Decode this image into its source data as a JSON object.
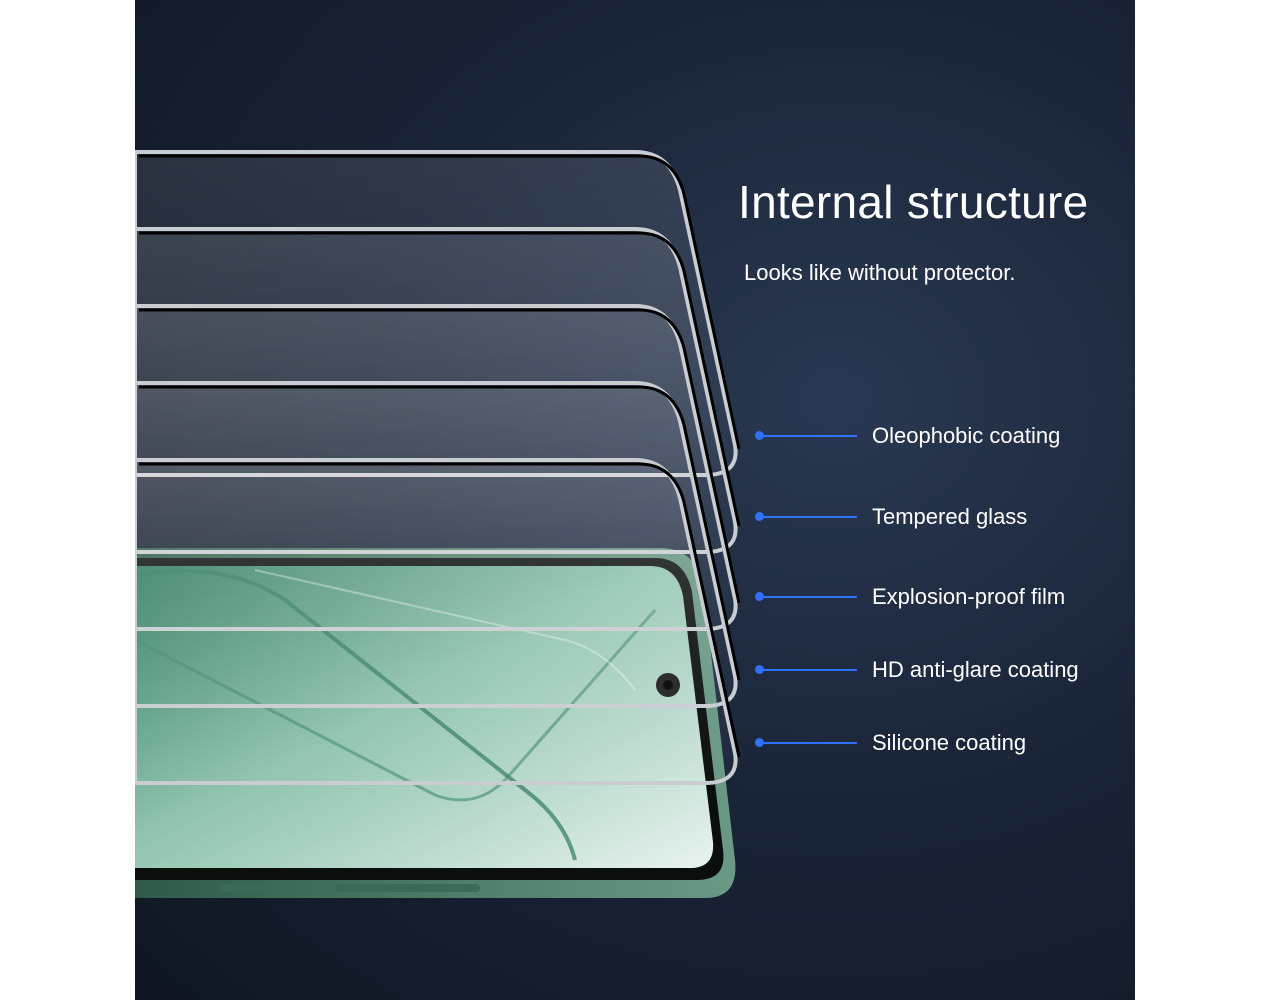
{
  "title": "Internal structure",
  "subtitle": "Looks like without protector.",
  "layers": [
    {
      "label": "Oleophobic coating",
      "icon": "blue-dot-icon"
    },
    {
      "label": "Tempered glass",
      "icon": "blue-dot-icon"
    },
    {
      "label": "Explosion-proof film",
      "icon": "blue-dot-icon"
    },
    {
      "label": "HD anti-glare coating",
      "icon": "blue-dot-icon"
    },
    {
      "label": "Silicone coating",
      "icon": "blue-dot-icon"
    }
  ],
  "colors": {
    "background": "#1a2538",
    "accent": "#2f72ff",
    "screen": "#5fa88a",
    "text": "#ffffff"
  }
}
